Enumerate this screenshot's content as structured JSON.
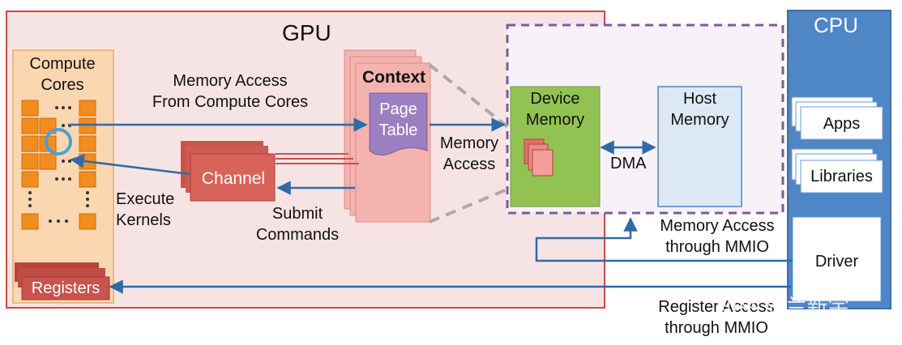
{
  "gpu": {
    "title": "GPU"
  },
  "cpu": {
    "title": "CPU",
    "items": {
      "apps": "Apps",
      "libraries": "Libraries",
      "driver": "Driver"
    }
  },
  "compute_cores": {
    "line1": "Compute",
    "line2": "Cores"
  },
  "registers": "Registers",
  "context": "Context",
  "page_table": {
    "line1": "Page",
    "line2": "Table"
  },
  "channel": "Channel",
  "device_memory": {
    "line1": "Device",
    "line2": "Memory"
  },
  "host_memory": {
    "line1": "Host",
    "line2": "Memory"
  },
  "labels": {
    "mem_access_cores_1": "Memory Access",
    "mem_access_cores_2": "From Compute Cores",
    "execute_1": "Execute",
    "execute_2": "Kernels",
    "submit_1": "Submit",
    "submit_2": "Commands",
    "memory_access_1": "Memory",
    "memory_access_2": "Access",
    "dma": "DMA",
    "mmio_1": "Memory Access",
    "mmio_2": "through MMIO",
    "reg_access_1": "Register Access",
    "reg_access_2": "through MMIO"
  },
  "watermark": "知乎 @兰新宇",
  "colors": {
    "gpu_fill": "#f6e4e4",
    "gpu_border": "#c94a4a",
    "cpu_fill": "#4f86c6",
    "compute_fill": "#fbd7b1",
    "core_orange": "#f28c1e",
    "red_block": "#c9534d",
    "context_fill": "#f3b3ae",
    "page_table_fill": "#9c7fc0",
    "device_mem_fill": "#92c352",
    "host_mem_fill": "#dde8f5",
    "arrow_blue": "#2f6aa6",
    "dashed_purple": "#7e5aa0"
  }
}
